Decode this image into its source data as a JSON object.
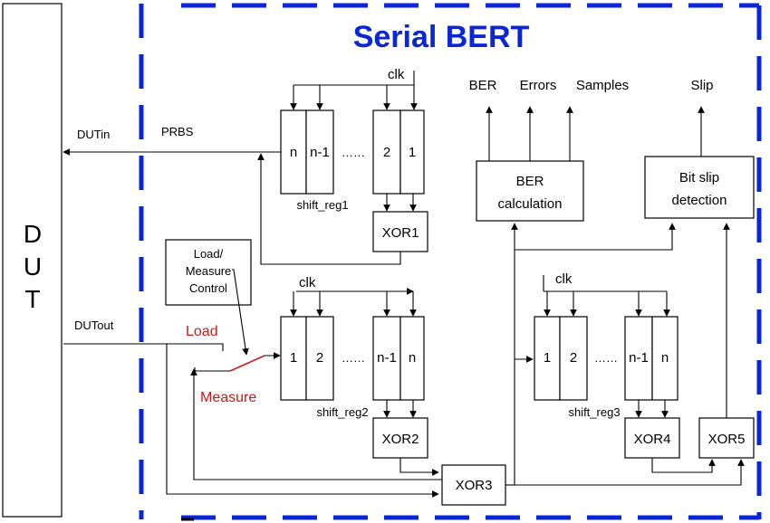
{
  "title": "Serial BERT",
  "dut": {
    "letters": [
      "D",
      "U",
      "T"
    ]
  },
  "signals": {
    "dut_in": "DUTin",
    "prbs": "PRBS",
    "dut_out": "DUTout",
    "load": "Load",
    "measure": "Measure"
  },
  "control_box": {
    "lines": [
      "Load/",
      "Measure",
      "Control"
    ]
  },
  "clk": "clk",
  "ellipsis": "……",
  "shift_reg1": {
    "name": "shift_reg1",
    "cells": [
      "n",
      "n-1",
      "2",
      "1"
    ]
  },
  "shift_reg2": {
    "name": "shift_reg2",
    "cells": [
      "1",
      "2",
      "n-1",
      "n"
    ]
  },
  "shift_reg3": {
    "name": "shift_reg3",
    "cells": [
      "1",
      "2",
      "n-1",
      "n"
    ]
  },
  "xor": {
    "xor1": "XOR1",
    "xor2": "XOR2",
    "xor3": "XOR3",
    "xor4": "XOR4",
    "xor5": "XOR5"
  },
  "ber_box": {
    "lines": [
      "BER",
      "calculation"
    ]
  },
  "slip_box": {
    "lines": [
      "Bit slip",
      "detection"
    ]
  },
  "outputs": {
    "ber": "BER",
    "errors": "Errors",
    "samples": "Samples",
    "slip": "Slip"
  },
  "colors": {
    "border": "#0b26d6",
    "title": "#0b26d6",
    "load_measure": "#d01818",
    "switch": "#d01818"
  }
}
